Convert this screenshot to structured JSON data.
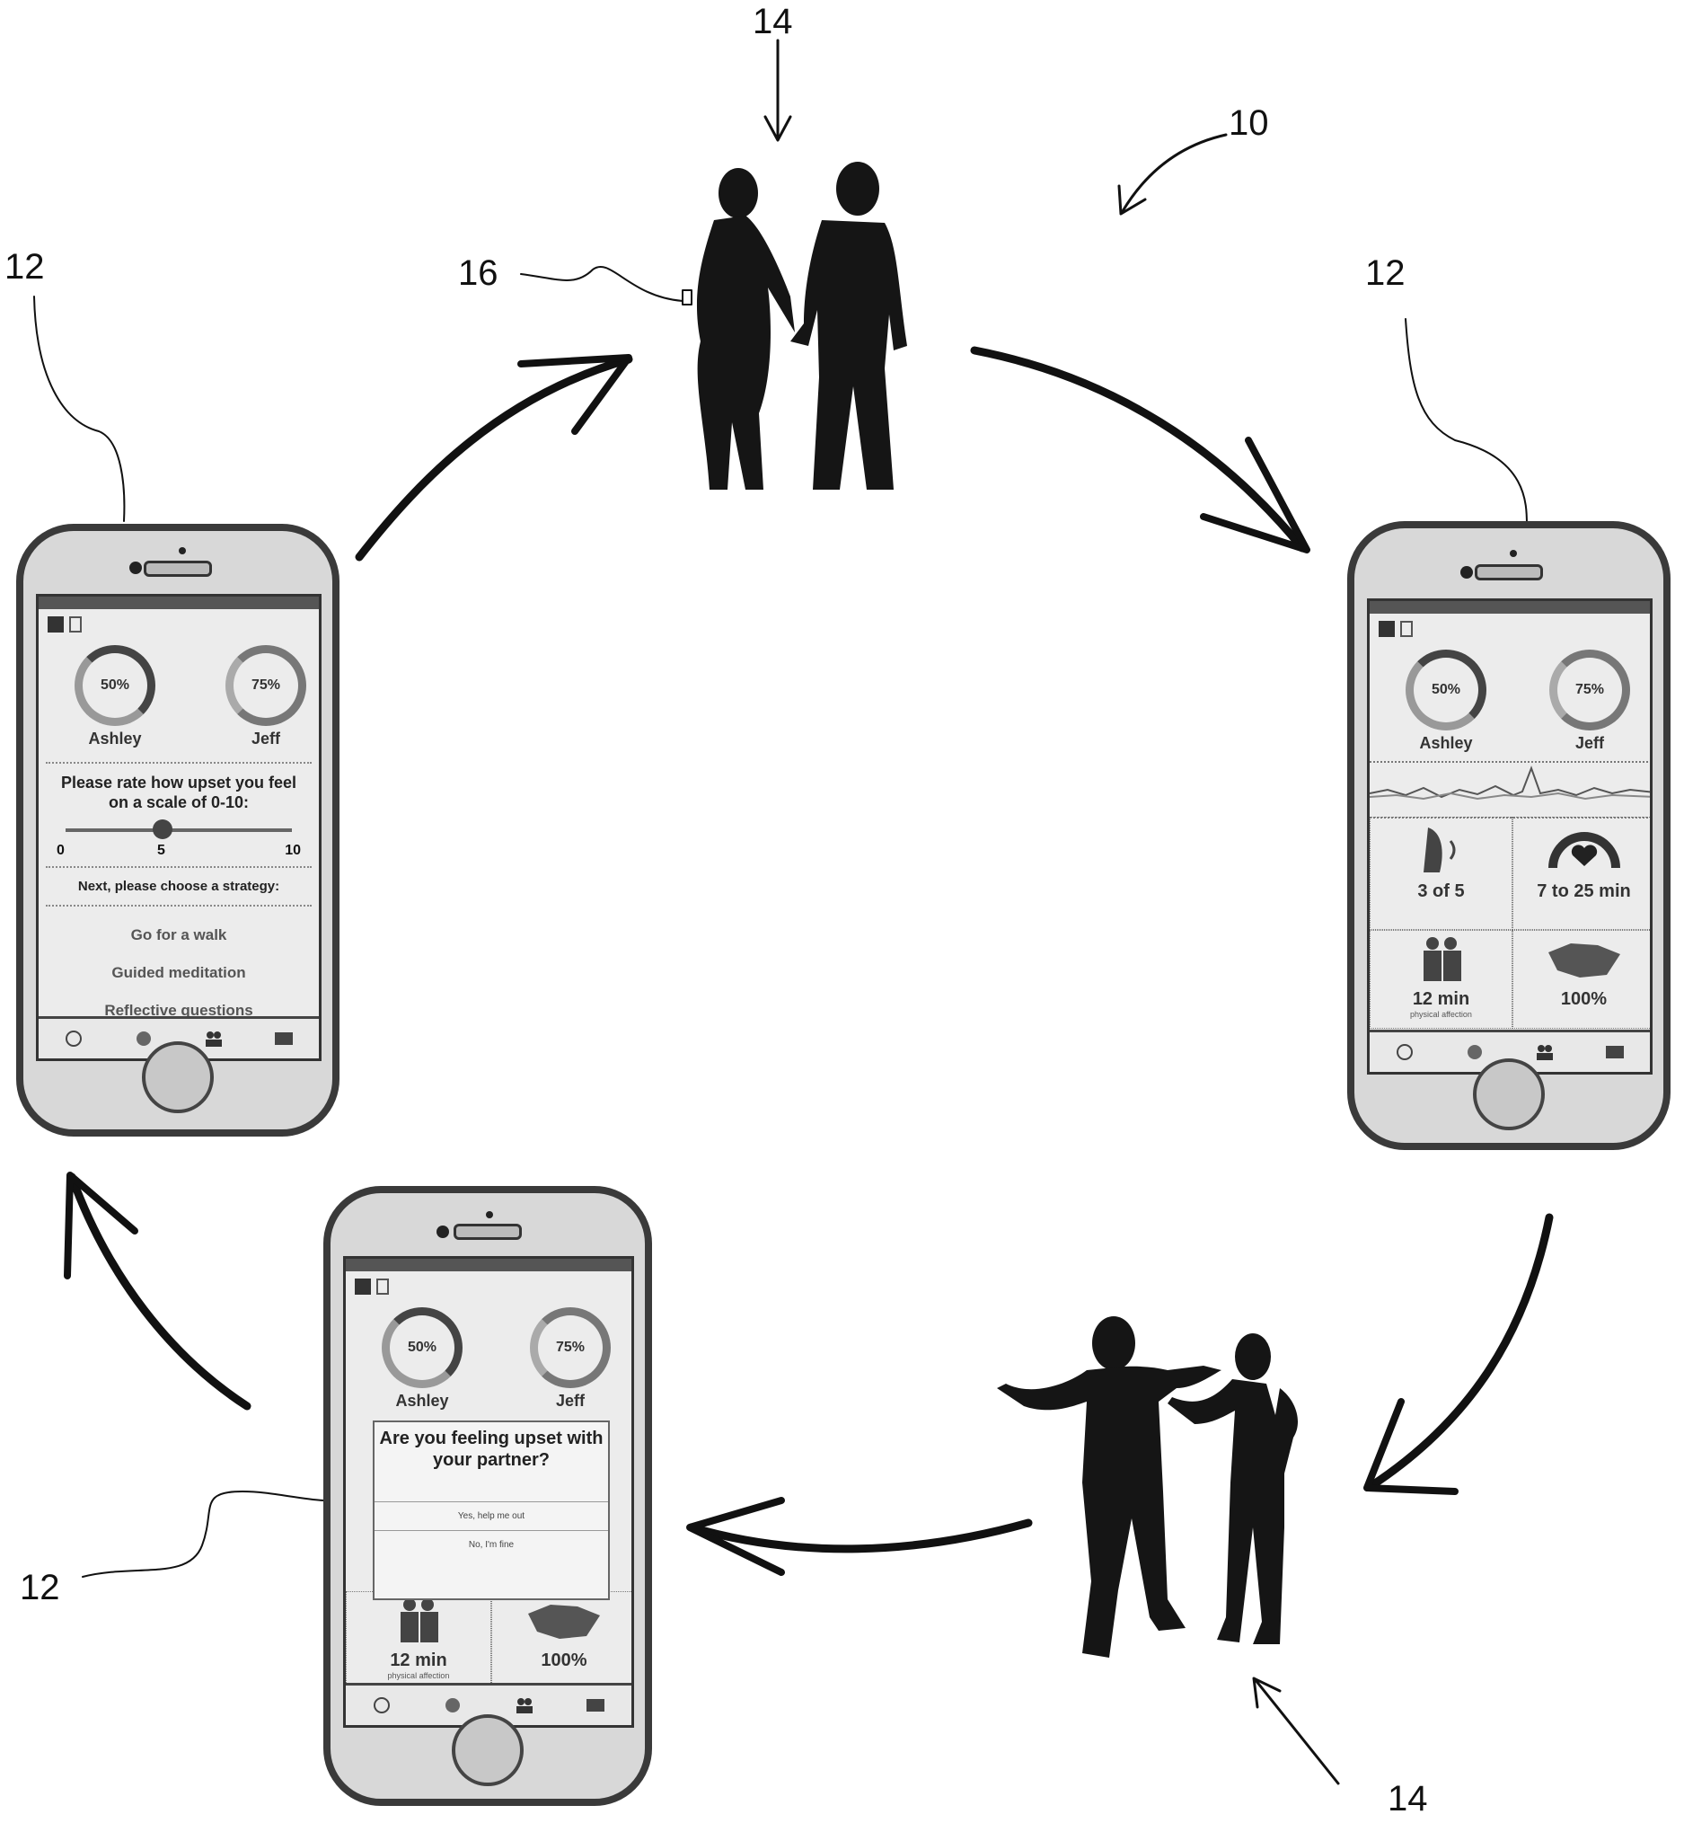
{
  "reference_numerals": {
    "system": "10",
    "couple_top": "14",
    "couple_bottom": "14",
    "wearable": "16",
    "phone_left": "12",
    "phone_right": "12",
    "phone_bottom": "12"
  },
  "phone_left": {
    "partner_a_name": "Ashley",
    "partner_a_pct": "50%",
    "partner_b_name": "Jeff",
    "partner_b_pct": "75%",
    "question": "Please rate how upset you feel on a scale of 0-10:",
    "slider_min": "0",
    "slider_mid": "5",
    "slider_max": "10",
    "slider_value": 5,
    "strategy_prompt": "Next, please choose a strategy:",
    "strategies": [
      "Go for a walk",
      "Guided meditation",
      "Reflective questions"
    ]
  },
  "phone_right": {
    "partner_a_name": "Ashley",
    "partner_a_pct": "50%",
    "partner_b_name": "Jeff",
    "partner_b_pct": "75%",
    "metric1_value": "3 of 5",
    "metric2_value": "7 to 25 min",
    "metric3_value": "12 min",
    "metric3_label": "physical affection",
    "metric4_value": "100%"
  },
  "phone_bottom": {
    "partner_a_name": "Ashley",
    "partner_a_pct": "50%",
    "partner_b_name": "Jeff",
    "partner_b_pct": "75%",
    "modal_title": "Are you feeling upset with your partner?",
    "modal_options": [
      "Yes, help me out",
      "No, I'm fine"
    ],
    "metric3_value": "12 min",
    "metric3_label": "physical affection",
    "metric4_value": "100%"
  }
}
